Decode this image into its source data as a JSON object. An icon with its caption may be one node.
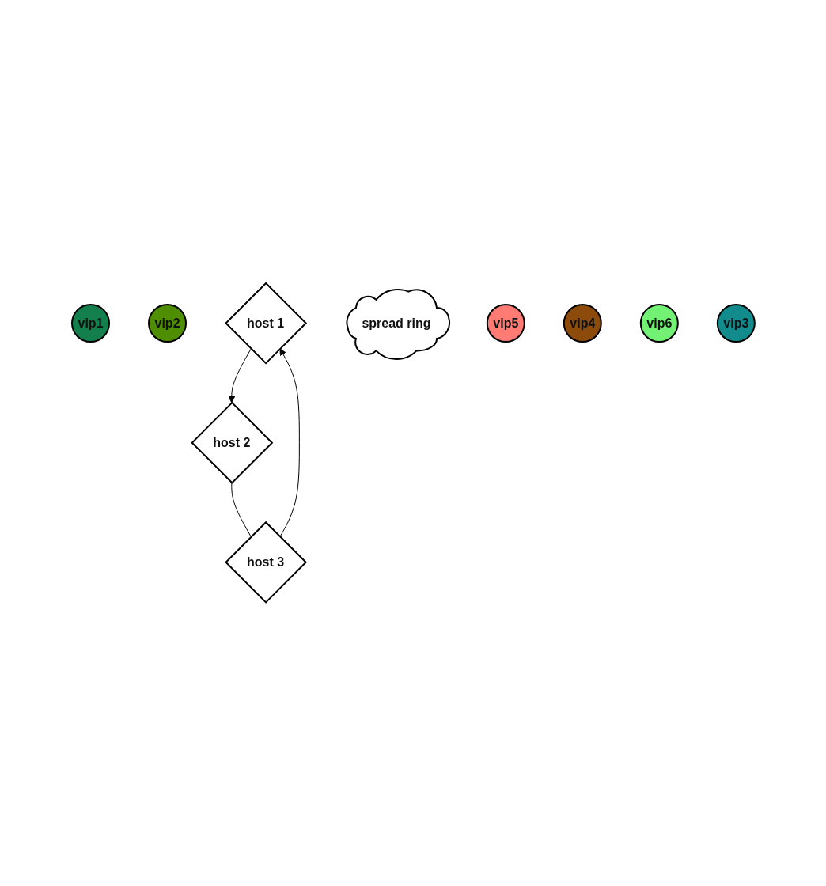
{
  "diagram": {
    "nodes": [
      {
        "text": [
          "vip1"
        ]
      },
      {
        "text": [
          "vip2"
        ]
      },
      {
        "text": [
          "host 1"
        ]
      },
      {
        "text": [
          "spread ring"
        ]
      },
      {
        "text": [
          "host 3"
        ]
      },
      {
        "text": [
          "host 2"
        ]
      },
      {
        "text": [
          "vip5"
        ]
      },
      {
        "text": [
          "vip4"
        ]
      },
      {
        "text": [
          "vip6"
        ]
      },
      {
        "text": [
          "vip3"
        ]
      }
    ],
    "edges": [
      {
        "from": 2,
        "to": 5,
        "arrow": "to"
      },
      {
        "from": 5,
        "to": 4,
        "arrow": "none"
      },
      {
        "from": 4,
        "to": 2,
        "arrow": "to"
      }
    ]
  }
}
